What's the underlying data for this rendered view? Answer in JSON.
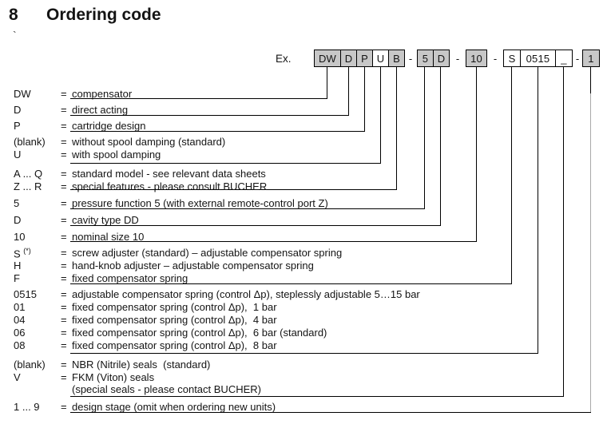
{
  "page": {
    "section_number": "8",
    "title": "Ordering code",
    "stray_mark": "`"
  },
  "colors": {
    "box_fill_gray": "#c7c7c7",
    "line_black": "#000000",
    "line_faded_gray": "#a8a8a8"
  },
  "example": {
    "label": "Ex.",
    "separator": "-",
    "boxes": [
      {
        "text": "DW",
        "fill": "gray"
      },
      {
        "text": "D",
        "fill": "gray"
      },
      {
        "text": "P",
        "fill": "gray"
      },
      {
        "text": "U",
        "fill": "white"
      },
      {
        "text": "B",
        "fill": "gray"
      },
      {
        "text": "5",
        "fill": "gray"
      },
      {
        "text": "D",
        "fill": "gray"
      },
      {
        "text": "10",
        "fill": "gray"
      },
      {
        "text": "S",
        "fill": "white"
      },
      {
        "text": "0515",
        "fill": "white"
      },
      {
        "text": "_",
        "fill": "white"
      },
      {
        "text": "1",
        "fill": "gray"
      }
    ]
  },
  "rows": [
    {
      "code": "DW",
      "eq": "=",
      "desc": "compensator"
    },
    {
      "code": "D",
      "eq": "=",
      "desc": "direct acting"
    },
    {
      "code": "P",
      "eq": "=",
      "desc": "cartridge design"
    },
    {
      "code": "(blank)",
      "eq": "=",
      "desc": "without spool damping (standard)"
    },
    {
      "code": "U",
      "eq": "=",
      "desc": "with spool damping"
    },
    {
      "code": "A ... Q",
      "eq": "=",
      "desc": "standard model - see relevant data sheets"
    },
    {
      "code": "Z ... R",
      "eq": "=",
      "desc": "special features - please consult BUCHER"
    },
    {
      "code": "5",
      "eq": "=",
      "desc": "pressure function 5 (with external remote-control port Z)"
    },
    {
      "code": "D",
      "eq": "=",
      "desc": "cavity type DD"
    },
    {
      "code": "10",
      "eq": "=",
      "desc": "nominal size 10"
    },
    {
      "code": "S ",
      "code_sup": "(*)",
      "eq": "=",
      "desc": "screw adjuster (standard) – adjustable compensator spring"
    },
    {
      "code": "H",
      "eq": "=",
      "desc": "hand-knob adjuster – adjustable compensator spring"
    },
    {
      "code": "F",
      "eq": "=",
      "desc": "fixed compensator spring"
    },
    {
      "code": "0515",
      "eq": "=",
      "desc": "adjustable compensator spring (control Δp), steplessly adjustable 5…15 bar"
    },
    {
      "code": "01",
      "eq": "=",
      "desc": "fixed compensator spring (control Δp),  1 bar"
    },
    {
      "code": "04",
      "eq": "=",
      "desc": "fixed compensator spring (control Δp),  4 bar"
    },
    {
      "code": "06",
      "eq": "=",
      "desc": "fixed compensator spring (control Δp),  6 bar (standard)"
    },
    {
      "code": "08",
      "eq": "=",
      "desc": "fixed compensator spring (control Δp),  8 bar"
    },
    {
      "code": "(blank)",
      "eq": "=",
      "desc": "NBR (Nitrile) seals  (standard)"
    },
    {
      "code": "V",
      "eq": "=",
      "desc": "FKM (Viton) seals"
    },
    {
      "code": "",
      "eq": "",
      "desc": "(special seals - please contact BUCHER)"
    },
    {
      "code": "1 ... 9",
      "eq": "=",
      "desc": "design stage (omit when ordering new units)"
    }
  ]
}
